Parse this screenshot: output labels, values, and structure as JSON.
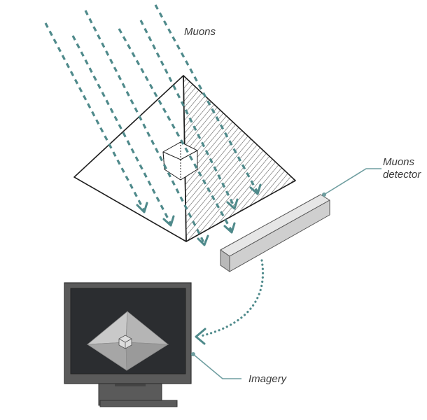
{
  "labels": {
    "muons": "Muons",
    "detector": [
      "Muons",
      "detector"
    ],
    "imagery": "Imagery"
  },
  "colors": {
    "ray": "#4f8a8b",
    "leader": "#6f9ea0",
    "outline": "#1e1e1e",
    "hatch": "#555555",
    "detector_top": "#e6e6e6",
    "detector_front": "#cfcfcf",
    "detector_end": "#b9b9b9",
    "monitor_bezel": "#5a5a5a",
    "monitor_screen": "#2b2d30",
    "monitor_stand": "#5a5a5a",
    "screen_pyramid_light": "#c9c9c9",
    "screen_pyramid_dark": "#9a9a9a"
  },
  "icons": {
    "monitor": "monitor-icon",
    "detector": "muon-detector-icon",
    "pyramid": "pyramid-icon",
    "chamber": "hidden-chamber-cube-icon"
  }
}
